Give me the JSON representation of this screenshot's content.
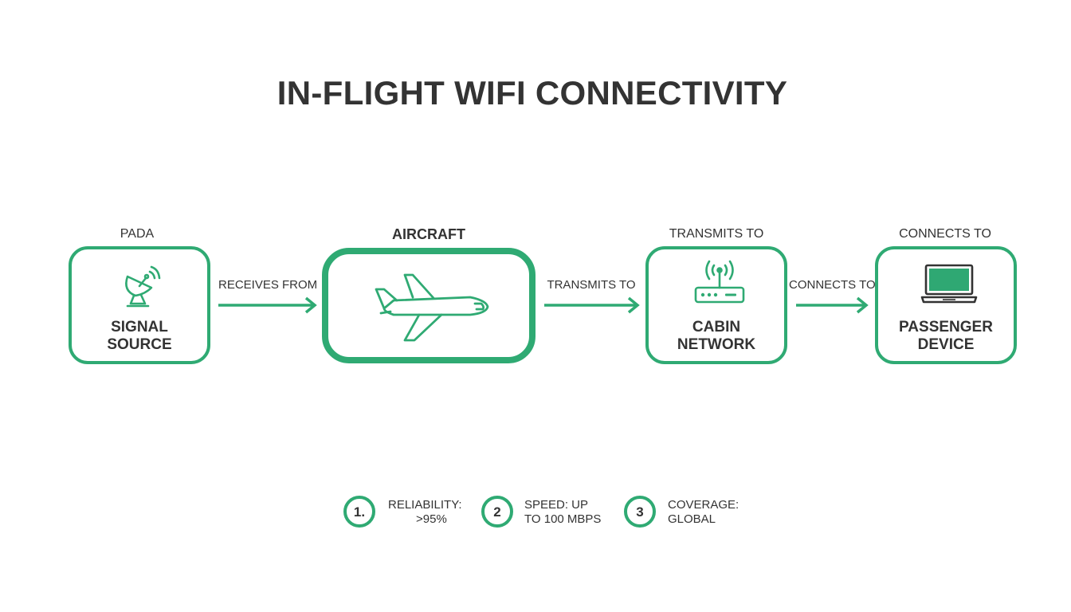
{
  "title": "IN-FLIGHT WIFI CONNECTIVITY",
  "colors": {
    "accent": "#2faa73",
    "text": "#333333",
    "screen": "#2fa873"
  },
  "nodes": [
    {
      "top_label": "PADA",
      "line1": "SIGNAL",
      "line2": "SOURCE",
      "icon": "satellite-dish-icon"
    },
    {
      "top_label": "AIRCRAFT",
      "icon": "airplane-icon"
    },
    {
      "top_label": "TRANSMITS TO",
      "line1": "CABIN",
      "line2": "NETWORK",
      "icon": "wifi-router-icon"
    },
    {
      "top_label": "CONNECTS TO",
      "line1": "PASSENGER",
      "line2": "DEVICE",
      "icon": "laptop-icon"
    }
  ],
  "edges": [
    {
      "label": "RECEIVES FROM"
    },
    {
      "label": "TRANSMITS TO"
    },
    {
      "label": "CONNECTS TO"
    }
  ],
  "stats": [
    {
      "badge": "1.",
      "line1": "RELIABILITY:",
      "line2": ">95%"
    },
    {
      "badge": "2",
      "line1": "SPEED: UP",
      "line2": "TO 100 MBPS"
    },
    {
      "badge": "3",
      "line1": "COVERAGE:",
      "line2": "GLOBAL"
    }
  ]
}
